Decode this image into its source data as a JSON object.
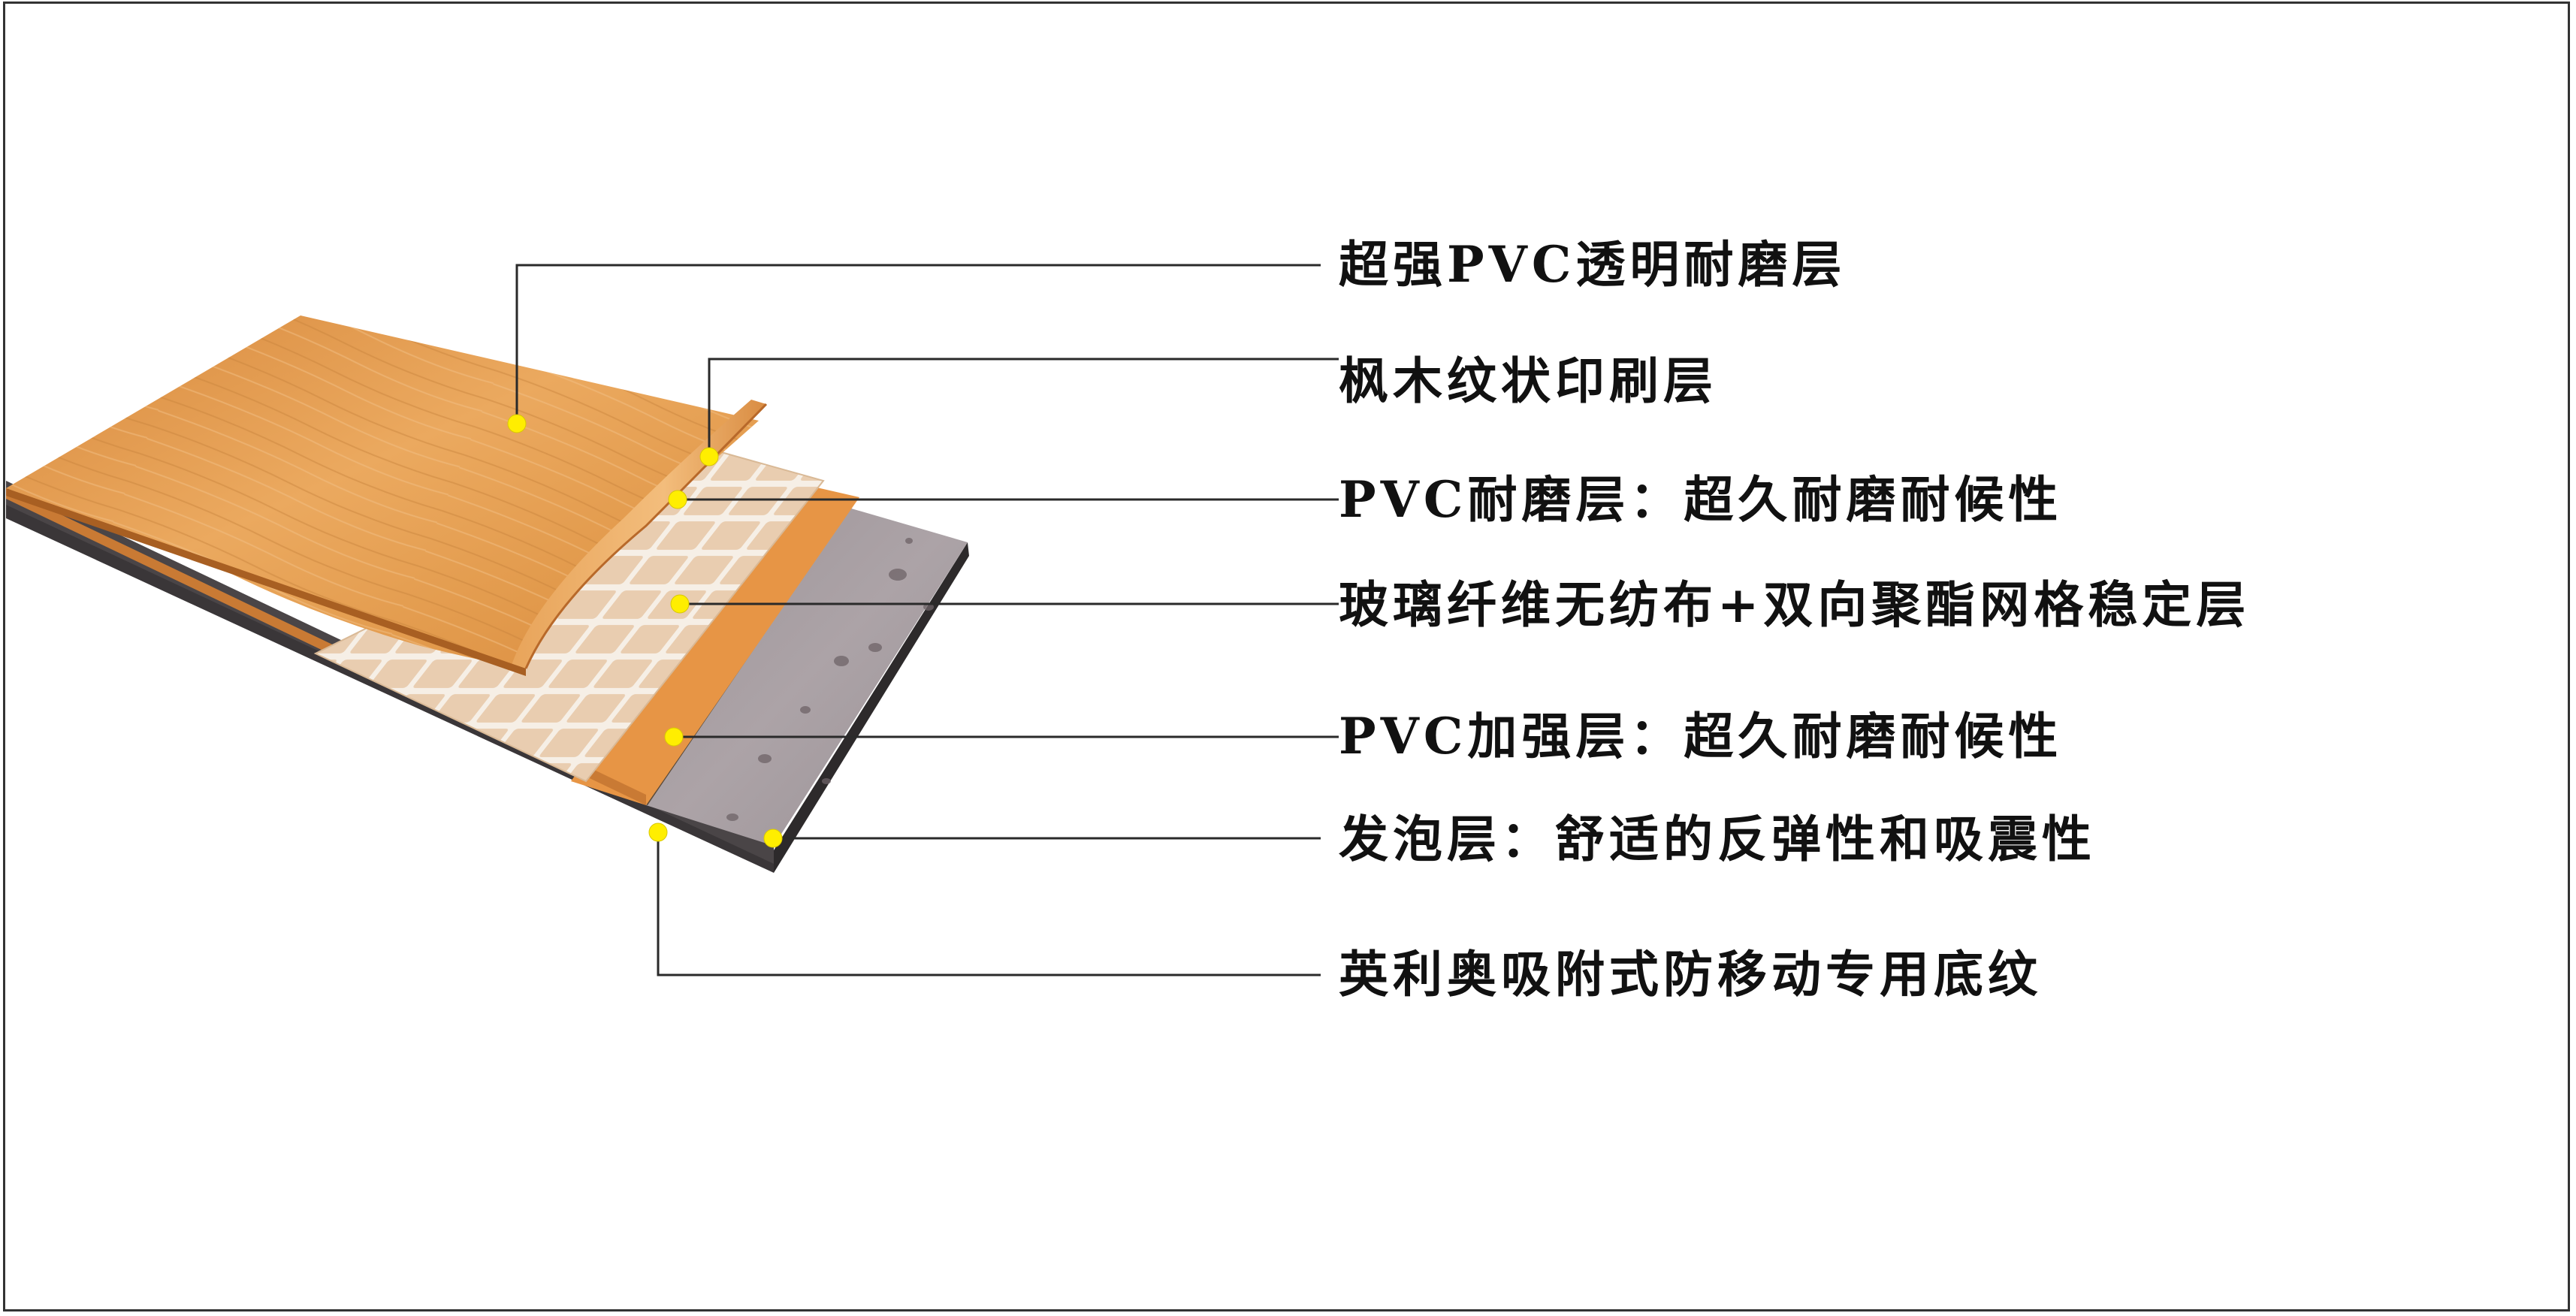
{
  "title": "",
  "colors": {
    "wood_top": "#e39a4a",
    "wood_light": "#eeb06a",
    "wood_edge": "#a85f22",
    "orange_layer": "#e79545",
    "tile_fill": "#e9cdb0",
    "tile_grout": "#f6efe6",
    "foam_gray": "#a9a0a4",
    "foam_spots": "#6e6367",
    "base_dark": "#3a3638",
    "marker_yellow": "#ffee00",
    "leader_line": "#2a2a2a"
  },
  "layers": [
    {
      "id": "wear-clear",
      "label": "超强PVC透明耐磨层"
    },
    {
      "id": "maple-print",
      "label": "枫木纹状印刷层"
    },
    {
      "id": "pvc-wear",
      "label": "PVC耐磨层：超久耐磨耐候性"
    },
    {
      "id": "fiberglass",
      "label": "玻璃纤维无纺布+双向聚酯网格稳定层"
    },
    {
      "id": "pvc-reinforce",
      "label": "PVC加强层：超久耐磨耐候性"
    },
    {
      "id": "foam",
      "label": "发泡层：舒适的反弹性和吸震性"
    },
    {
      "id": "backing",
      "label": "英利奥吸附式防移动专用底纹"
    }
  ]
}
